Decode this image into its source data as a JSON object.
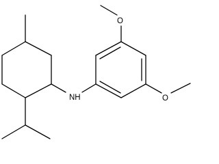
{
  "molecule": {
    "atoms": {
      "amine_nitrogen": "NH",
      "methoxy_oxygen_upper": "O",
      "methoxy_oxygen_lower": "O"
    }
  },
  "colors": {
    "background": "#ffffff",
    "bond": "#000000",
    "label": "#000000"
  }
}
